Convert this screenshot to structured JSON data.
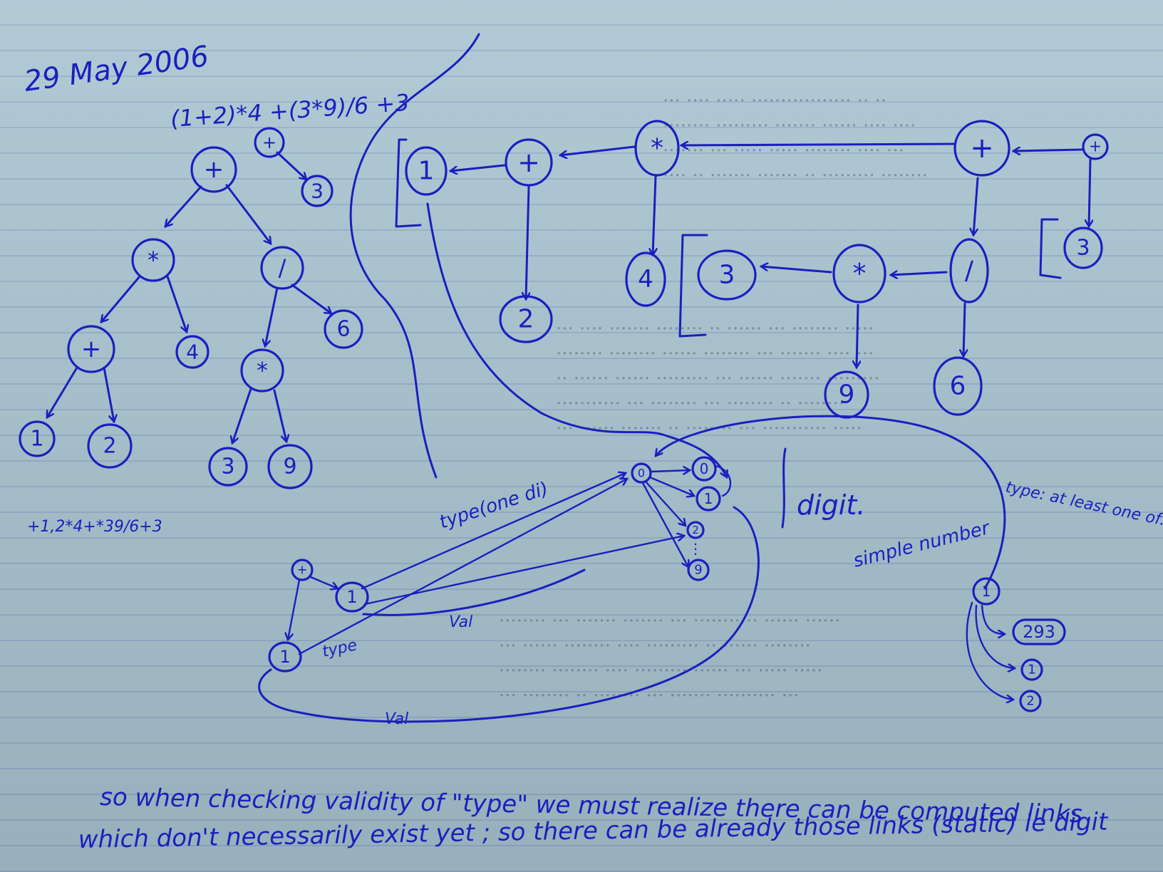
{
  "header": {
    "date": "29 May 2006",
    "expression": "(1+2)*4 +(3*9)/6 +3"
  },
  "labels": {
    "prefix_expression": "+1,2*4+*39/6+3",
    "digit": "digit.",
    "type_one_digit": "type(one di)",
    "type_at_least_one_of": "type: at least one of.",
    "simple_number": "simple number",
    "val_upper": "Val",
    "val_lower": "Val",
    "type_lower": "type"
  },
  "nodes": {
    "plus": "+",
    "times": "*",
    "divide": "/",
    "n0": "0",
    "n1": "1",
    "n2": "2",
    "n3": "3",
    "n4": "4",
    "n6": "6",
    "n9": "9",
    "ellipsis": "⋮",
    "n293": "293"
  },
  "footer": {
    "line1": "so when checking validity of \"type\" we must realize there can be computed links",
    "line2": "which don't necessarily exist yet ; so there can be already those links (static) ie digit"
  },
  "colors": {
    "ink": "#1b1fbf",
    "paper": "#a9c4d0",
    "rule": "#4650b4"
  }
}
